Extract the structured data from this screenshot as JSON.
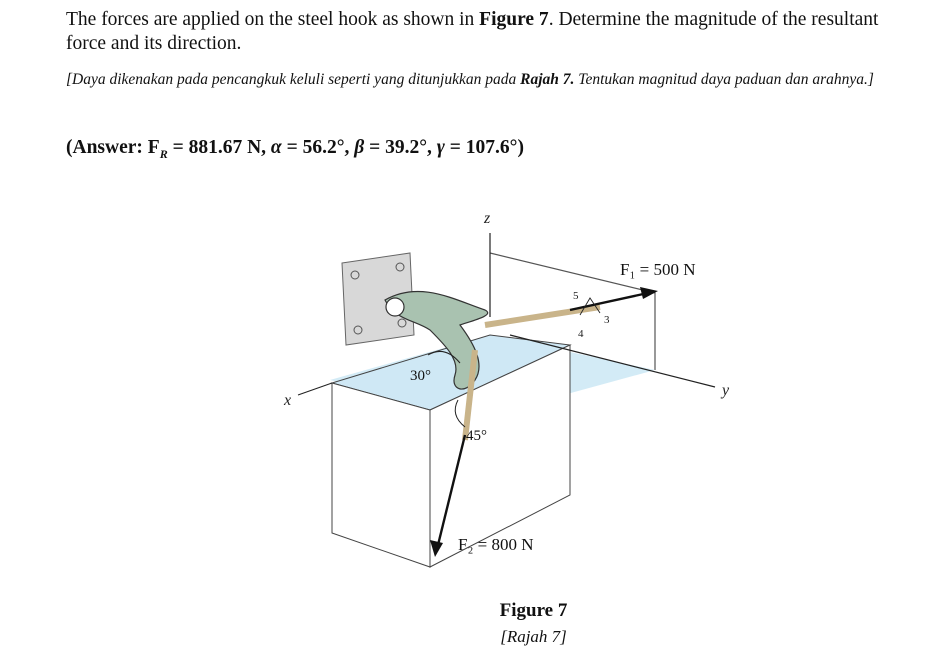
{
  "question": {
    "en_pre": "The forces are applied on the steel hook as shown in ",
    "en_fig": "Figure 7",
    "en_post": ". Determine the magnitude of the resultant force and its direction.",
    "ms_pre": "[Daya dikenakan pada pencangkuk keluli seperti yang ditunjukkan pada ",
    "ms_fig": "Rajah 7.",
    "ms_post": " Tentukan magnitud daya paduan dan arahnya.]"
  },
  "answer": {
    "open": "(Answer: F",
    "sub": "R",
    "fr": " = 881.67 N, ",
    "alpha_sym": "α",
    "alpha_val": " = 56.2°, ",
    "beta_sym": "β",
    "beta_val": " = 39.2°, ",
    "gamma_sym": "γ",
    "gamma_val": " = 107.6°)"
  },
  "figure": {
    "z_label": "z",
    "x_label": "x",
    "y_label": "y",
    "f1_label": "F₁ = 500 N",
    "f2_label": "F₂ = 800 N",
    "angle_30": "30°",
    "angle_45": "45°",
    "tri_5": "5",
    "tri_4": "4",
    "tri_3": "3",
    "caption": "Figure 7",
    "caption_ms": "[Rajah 7]"
  },
  "colors": {
    "plane_fill": "#cfe8f5",
    "arrow": "#111111",
    "hook": "#9fb8a6"
  }
}
